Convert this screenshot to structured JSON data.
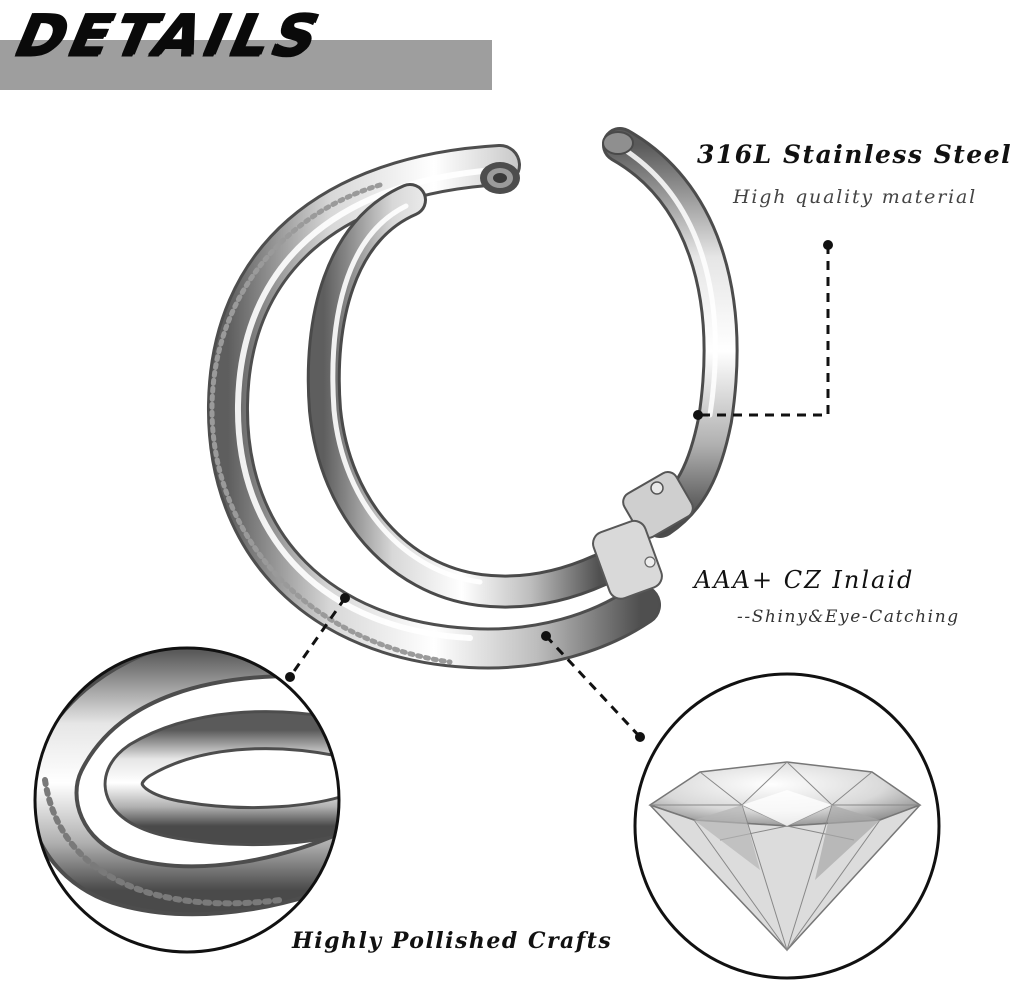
{
  "header": {
    "title": "DETAILS"
  },
  "features": {
    "material_title": "316L Stainless Steel",
    "material_subtitle": "High quality material",
    "stone_title": "AAA+ CZ Inlaid",
    "stone_subtitle": "--Shiny&Eye-Catching",
    "finish_title": "Highly Pollished Crafts"
  },
  "colors": {
    "header_bar": "#9e9e9e",
    "header_text": "#0a0a0a",
    "steel_light": "#f2f2f2",
    "steel_dark": "#6d6d6d",
    "text": "#111111"
  }
}
